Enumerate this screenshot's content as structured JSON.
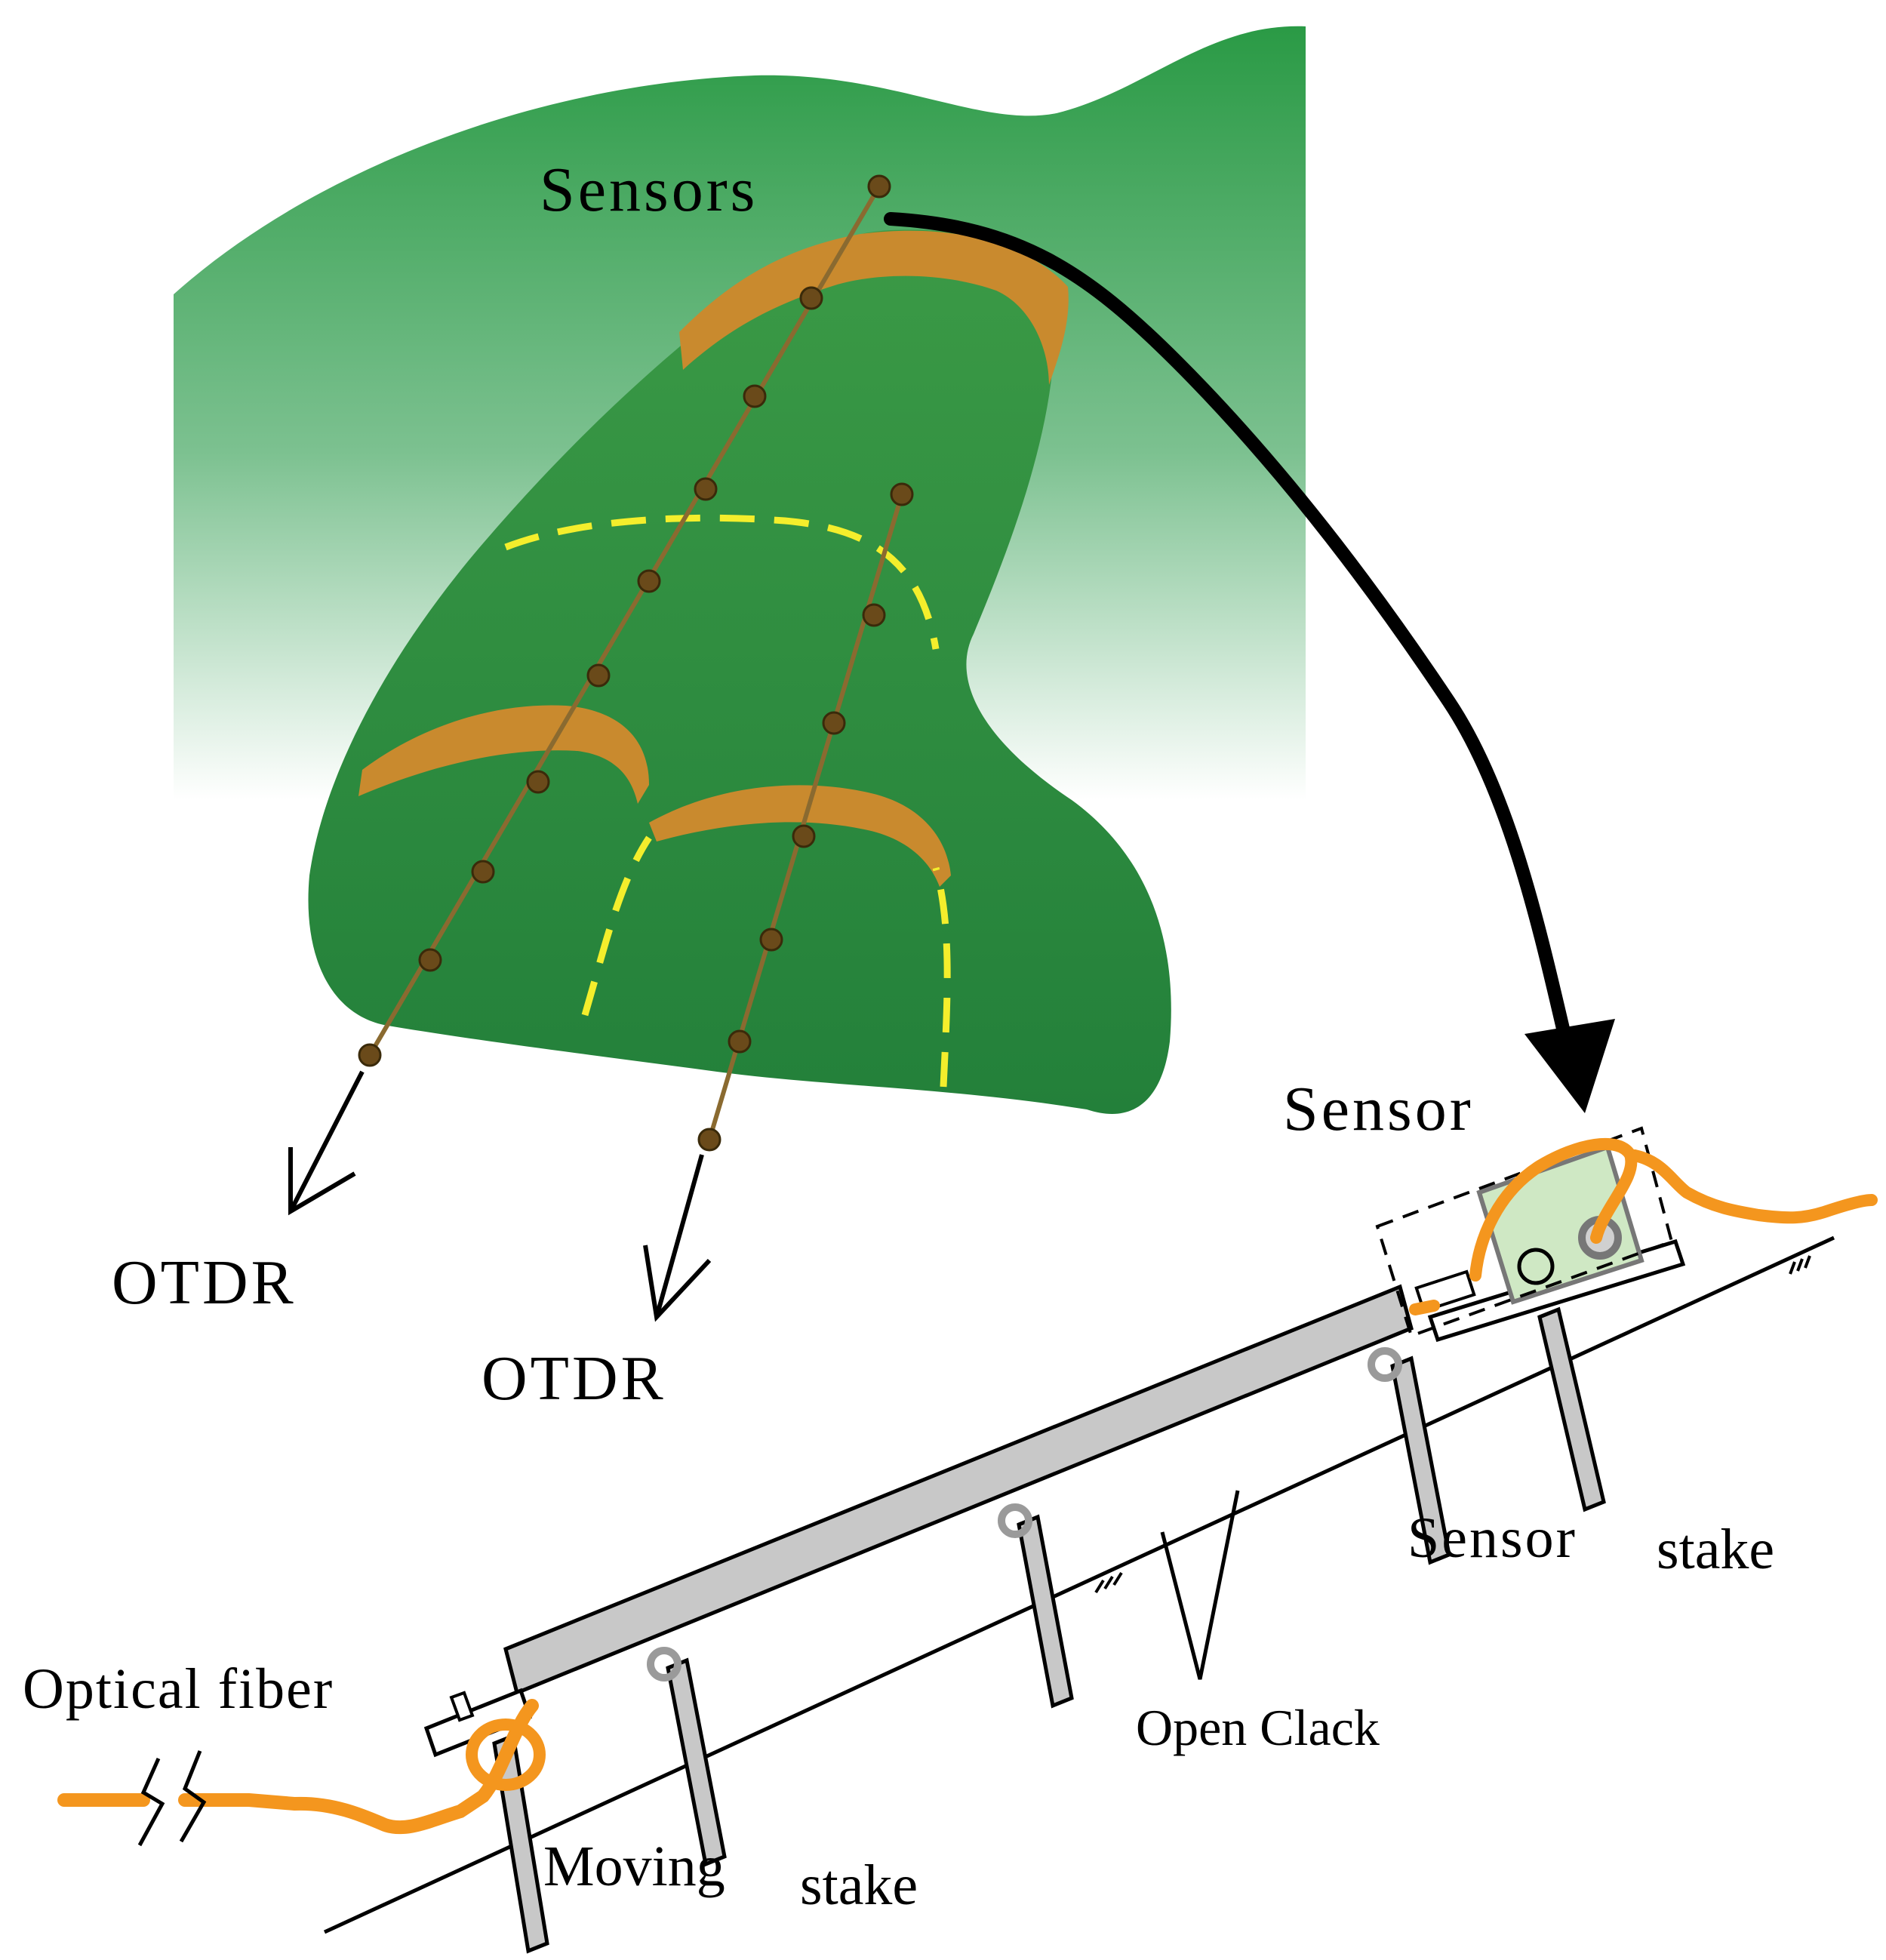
{
  "labels": {
    "sensors": "Sensors",
    "otdr_left": "OTDR",
    "otdr_right": "OTDR",
    "sensor": "Sensor",
    "sensor_stake_1": "Sensor",
    "sensor_stake_2": "stake",
    "optical_fiber": "Optical fiber",
    "open_clack": "Open Clack",
    "moving_stake_1": "Moving",
    "moving_stake_2": "stake"
  },
  "colors": {
    "terrain_dark": "#2a8a3c",
    "terrain_light": "#ffffff",
    "slope_green": "#2f8a3c",
    "scarp_brown": "#c98a2e",
    "crack_yellow": "#f4ee2c",
    "fiber_orange": "#f4961e",
    "beam_gray": "#c8c8c8",
    "sensor_box_green": "#cfe8c4"
  }
}
